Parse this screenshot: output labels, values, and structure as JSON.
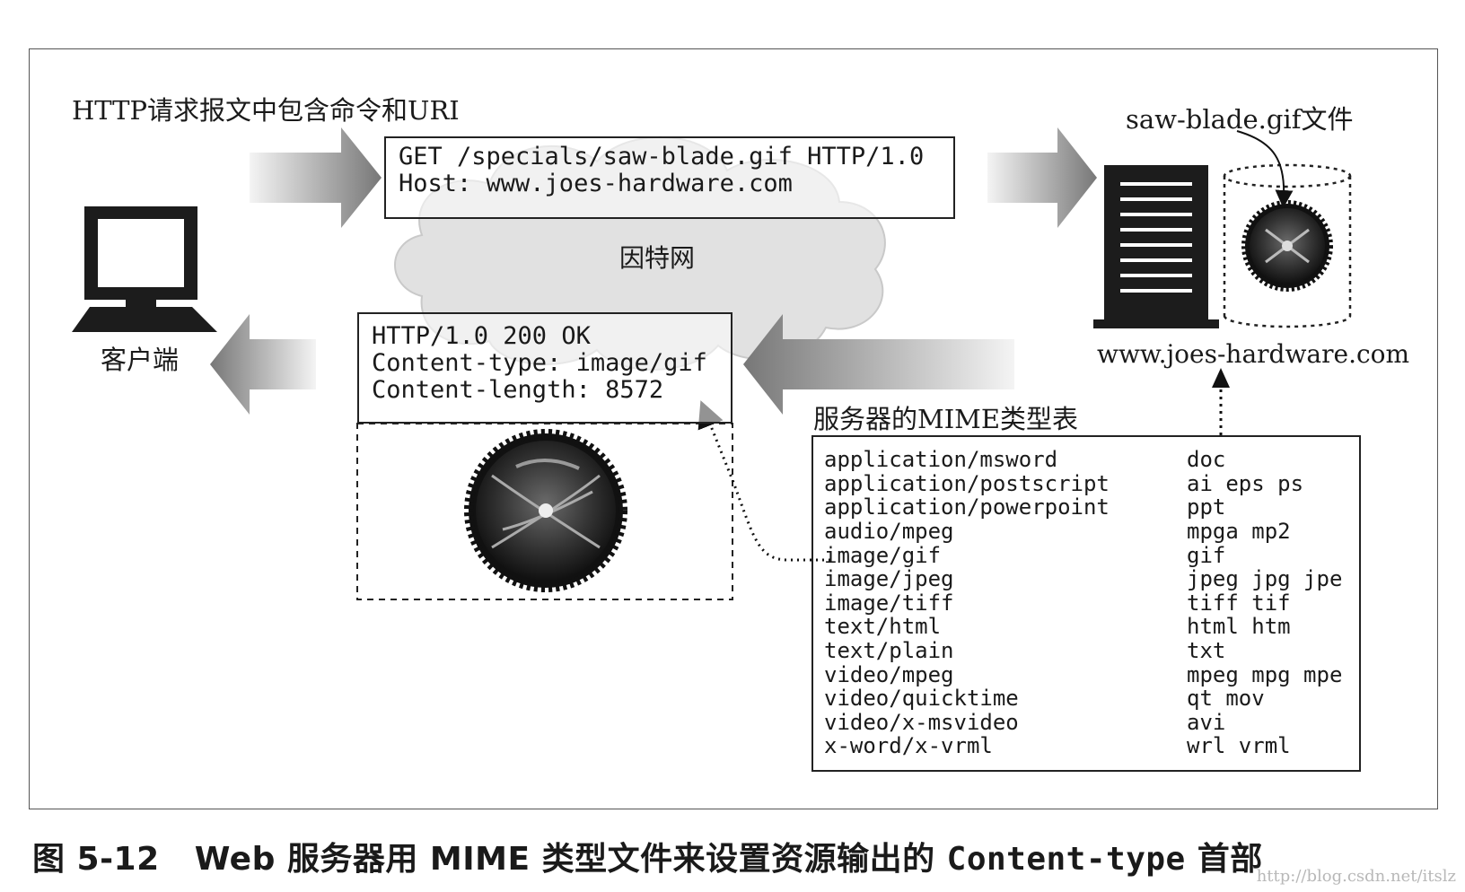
{
  "diagram": {
    "request_label": "HTTP请求报文中包含命令和URI",
    "request": {
      "line1": "GET /specials/saw-blade.gif HTTP/1.0",
      "line2": "Host: www.joes-hardware.com"
    },
    "internet_label": "因特网",
    "client_label": "客户端",
    "file_label": "saw-blade.gif文件",
    "server_host": "www.joes-hardware.com",
    "response": {
      "line1": "HTTP/1.0 200 OK",
      "line2": "Content-type: image/gif",
      "line3": "Content-length: 8572"
    },
    "mime_table_title": "服务器的MIME类型表",
    "mime_table": [
      {
        "type": "application/msword",
        "ext": "doc"
      },
      {
        "type": "application/postscript",
        "ext": "ai eps ps"
      },
      {
        "type": "application/powerpoint",
        "ext": "ppt"
      },
      {
        "type": "audio/mpeg",
        "ext": "mpga mp2"
      },
      {
        "type": "image/gif",
        "ext": "gif"
      },
      {
        "type": "image/jpeg",
        "ext": "jpeg jpg jpe"
      },
      {
        "type": "image/tiff",
        "ext": "tiff tif"
      },
      {
        "type": "text/html",
        "ext": "html htm"
      },
      {
        "type": "text/plain",
        "ext": "txt"
      },
      {
        "type": "video/mpeg",
        "ext": "mpeg mpg mpe"
      },
      {
        "type": "video/quicktime",
        "ext": "qt mov"
      },
      {
        "type": "video/x-msvideo",
        "ext": "avi"
      },
      {
        "type": "x-word/x-vrml",
        "ext": "wrl vrml"
      }
    ]
  },
  "caption": {
    "figure_number": "图 5-12",
    "text_prefix": "Web 服务器用 MIME 类型文件来设置资源输出的",
    "code": "Content-type",
    "text_suffix": "首部"
  },
  "watermark": "http://blog.csdn.net/itslz",
  "colors": {
    "ink": "#1a1a1a",
    "cloud": "#dcdcdc",
    "arrow_dark": "#7a7a7a",
    "arrow_light": "#f2f2f2"
  }
}
